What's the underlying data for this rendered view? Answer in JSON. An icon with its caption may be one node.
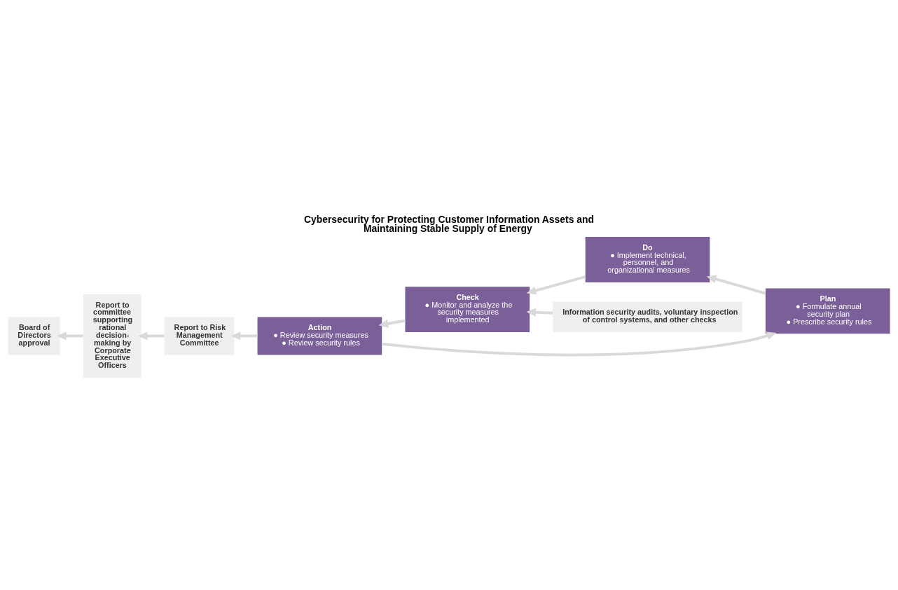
{
  "diagram": {
    "title": "Cybersecurity for Protecting Customer Information Assets and Maintaining Stable Supply of Energy",
    "nodes": [
      {
        "text": [
          "Plan",
          "● Formulate annual security plan",
          "● Prescribe security rules"
        ]
      },
      {
        "text": [
          "Do",
          "● Implement technical, personnel, and organizational measures"
        ]
      },
      {
        "text": [
          "Check",
          "● Monitor and analyze the security measures implemented"
        ]
      },
      {
        "text": [
          "Action",
          "● Review security measures",
          "● Review security rules"
        ]
      },
      {
        "text": [
          "Report to Risk Management Committee"
        ]
      },
      {
        "text": [
          "Report to committee supporting rational decision-making by Corporate Executive Officers"
        ]
      },
      {
        "text": [
          "Board of Directors approval"
        ]
      },
      {
        "text": [
          "Information security audits, voluntary inspection of control systems, and other checks"
        ]
      }
    ],
    "edges": [
      {
        "from": 0,
        "to": 1,
        "arrow": "to"
      },
      {
        "from": 1,
        "to": 2,
        "arrow": "to"
      },
      {
        "from": 2,
        "to": 3,
        "arrow": "to"
      },
      {
        "from": 3,
        "to": 0,
        "arrow": "to"
      },
      {
        "from": 3,
        "to": 4,
        "arrow": "to"
      },
      {
        "from": 4,
        "to": 5,
        "arrow": "to"
      },
      {
        "from": 5,
        "to": 6,
        "arrow": "to"
      },
      {
        "from": 7,
        "to": 2,
        "arrow": "to"
      }
    ]
  }
}
